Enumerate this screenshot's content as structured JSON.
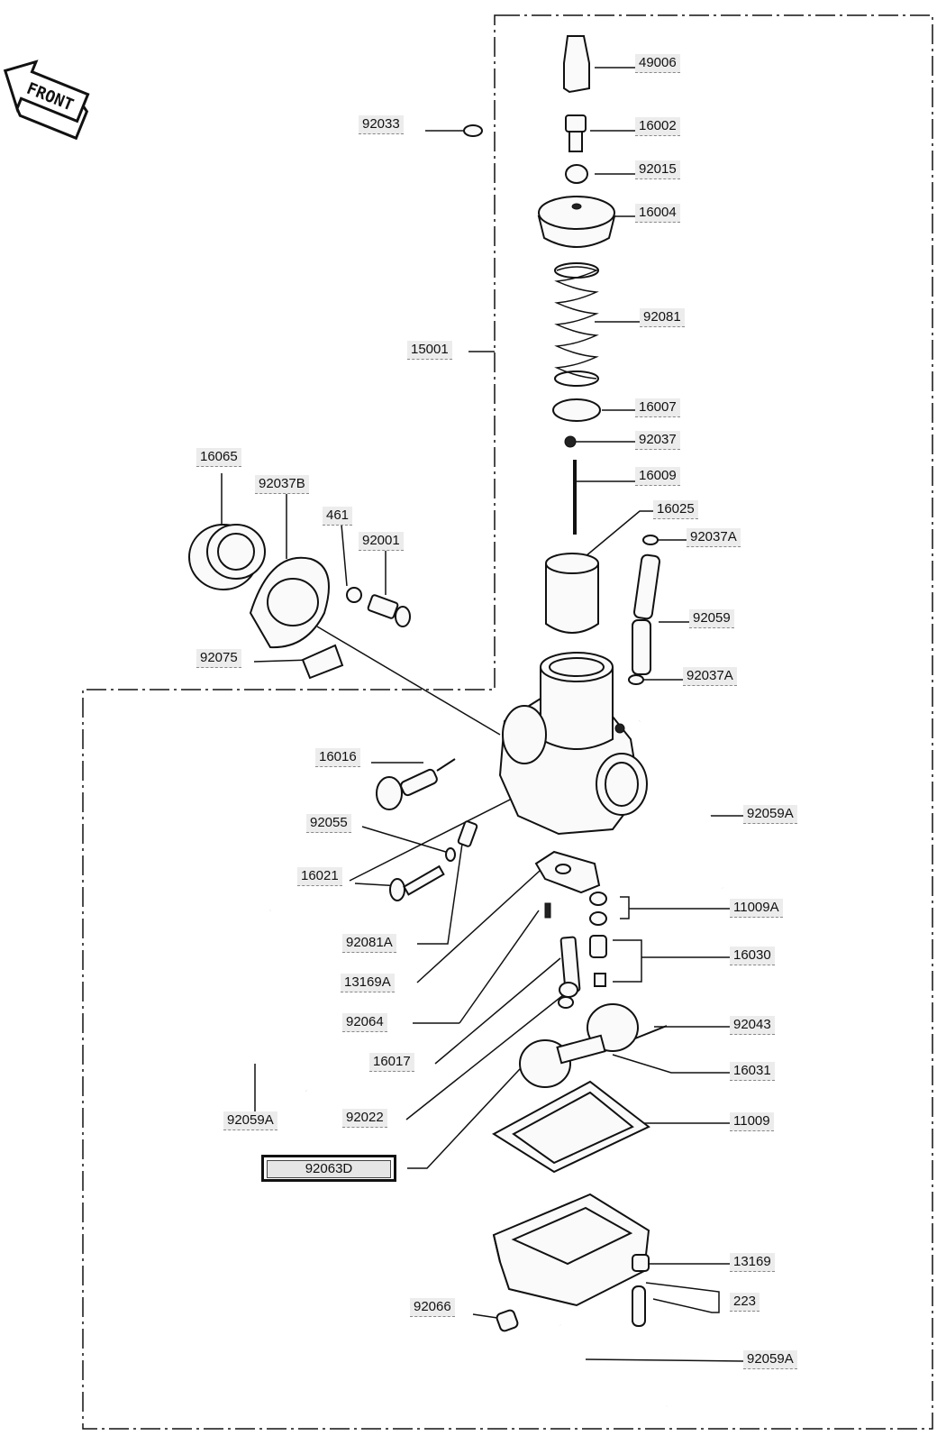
{
  "front_badge": "FRONT",
  "parts": {
    "p49006": "49006",
    "p92033": "92033",
    "p16002": "16002",
    "p92015": "92015",
    "p16004": "16004",
    "p92081": "92081",
    "p15001": "15001",
    "p16007": "16007",
    "p92037": "92037",
    "p16009": "16009",
    "p16025": "16025",
    "p92037A_top": "92037A",
    "p16065": "16065",
    "p92037B": "92037B",
    "p461": "461",
    "p92001": "92001",
    "p92059": "92059",
    "p92075": "92075",
    "p92037A_bottom": "92037A",
    "p16016": "16016",
    "p92059A_right": "92059A",
    "p92055": "92055",
    "p16021": "16021",
    "p11009A": "11009A",
    "p92081A": "92081A",
    "p16030": "16030",
    "p13169A": "13169A",
    "p92064": "92064",
    "p92043": "92043",
    "p16017": "16017",
    "p16031": "16031",
    "p92059A_left": "92059A",
    "p92022": "92022",
    "p11009": "11009",
    "p92063D": "92063D",
    "p13169": "13169",
    "p223": "223",
    "p92066": "92066",
    "p92059A_bottom": "92059A"
  }
}
